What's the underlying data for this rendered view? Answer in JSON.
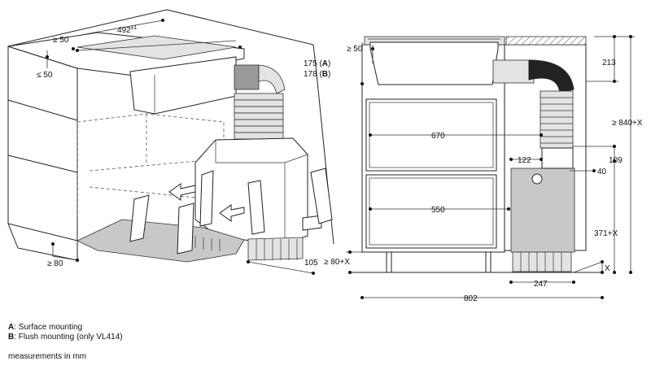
{
  "dimensions": {
    "width_top": "492",
    "width_top_sup": "±1",
    "min_50_left_top": "≥ 50",
    "max_50_left": "≤ 50",
    "min_80_left": "≥ 80",
    "dim_105": "105",
    "min_50_right": "≥ 50",
    "dim_175": "175 (",
    "dim_175_key": "A",
    "dim_178": "178 (",
    "dim_178_key": "B",
    "dim_close": ")",
    "dim_213": "213",
    "dim_840": "≥ 840+X",
    "dim_670": "670",
    "dim_122": "122",
    "dim_109": "109",
    "dim_40": "40",
    "dim_550": "550",
    "dim_371": "371+X",
    "dim_80x": "≥ 80+X",
    "dim_x": "X",
    "dim_247": "247",
    "dim_802": "802"
  },
  "legend": {
    "a_key": "A",
    "a_text": ": Surface mounting",
    "b_key": "B",
    "b_text": ": Flush mounting (only VL414)",
    "units": "measurements in mm"
  }
}
